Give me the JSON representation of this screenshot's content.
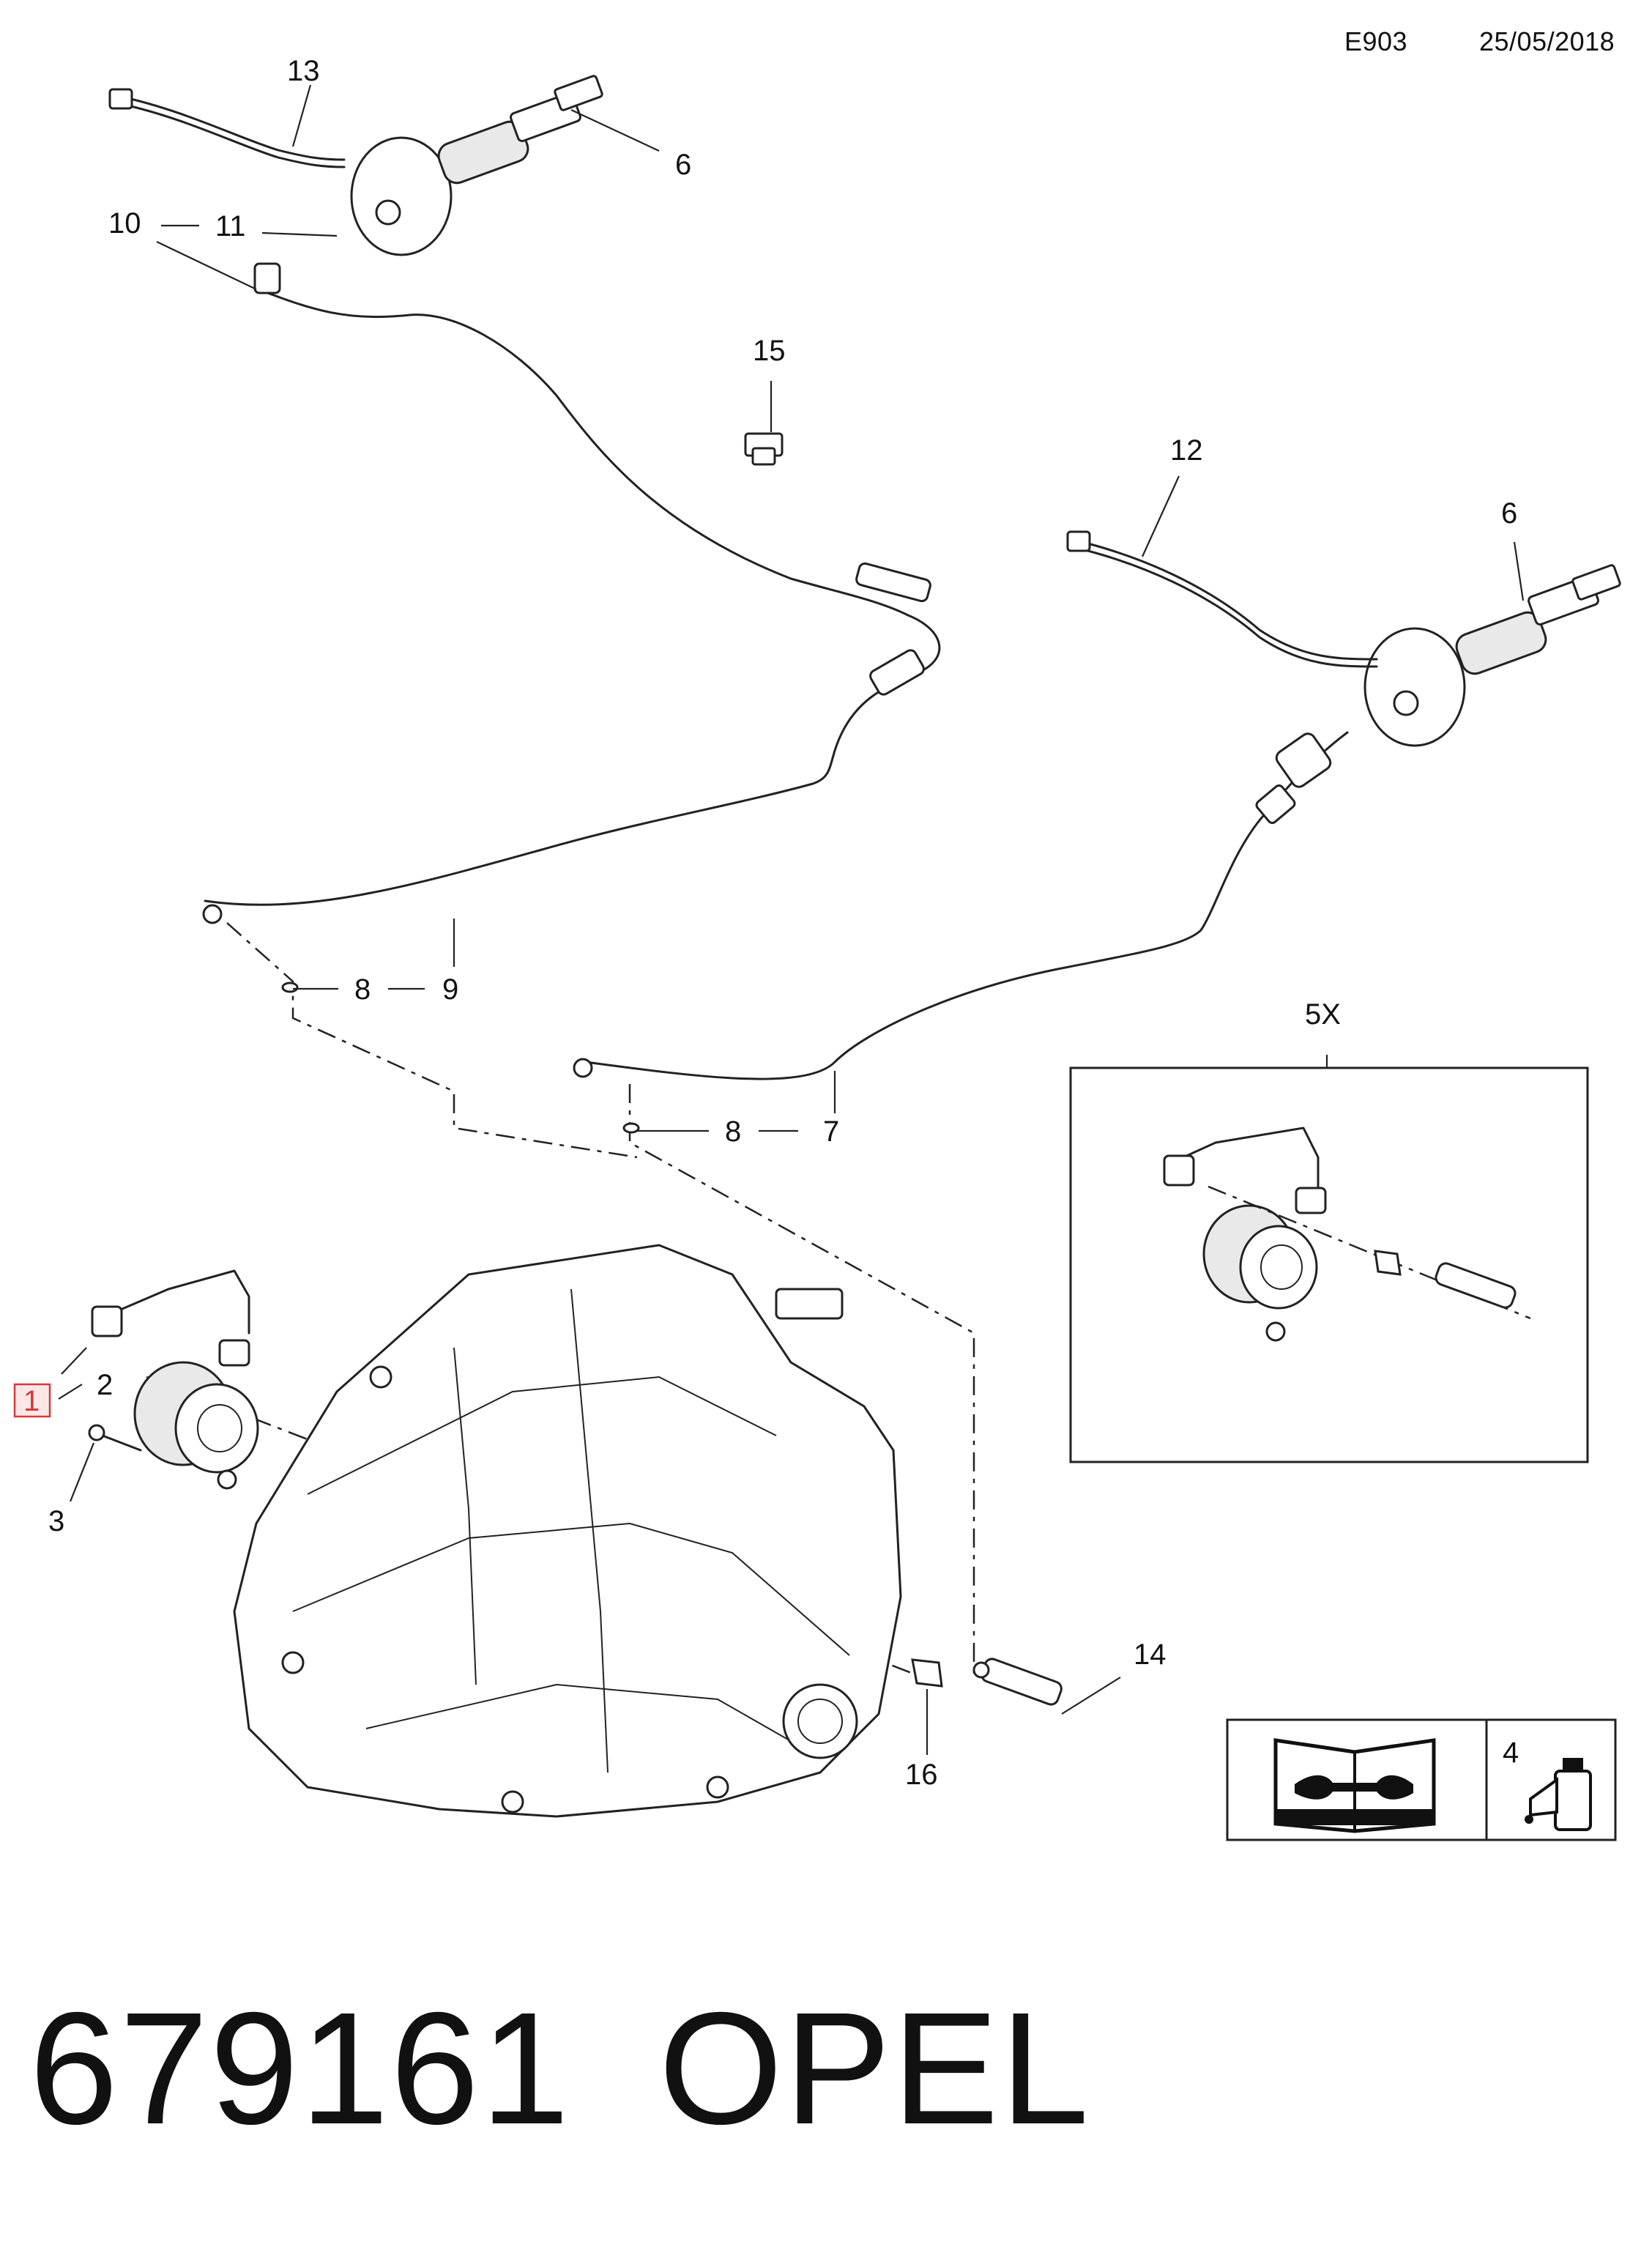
{
  "header": {
    "code": "E903",
    "date": "25/05/2018"
  },
  "callouts": {
    "c1": "1",
    "c2": "2",
    "c3": "3",
    "c4": "4",
    "c5x": "5X",
    "c6a": "6",
    "c6b": "6",
    "c7": "7",
    "c8a": "8",
    "c8b": "8",
    "c9": "9",
    "c10": "10",
    "c11": "11",
    "c12": "12",
    "c13": "13",
    "c14": "14",
    "c15": "15",
    "c16": "16"
  },
  "footer": {
    "part_number": "679161",
    "brand": "OPEL"
  },
  "colors": {
    "highlight_box": "#d23a3a",
    "line": "#222222"
  }
}
